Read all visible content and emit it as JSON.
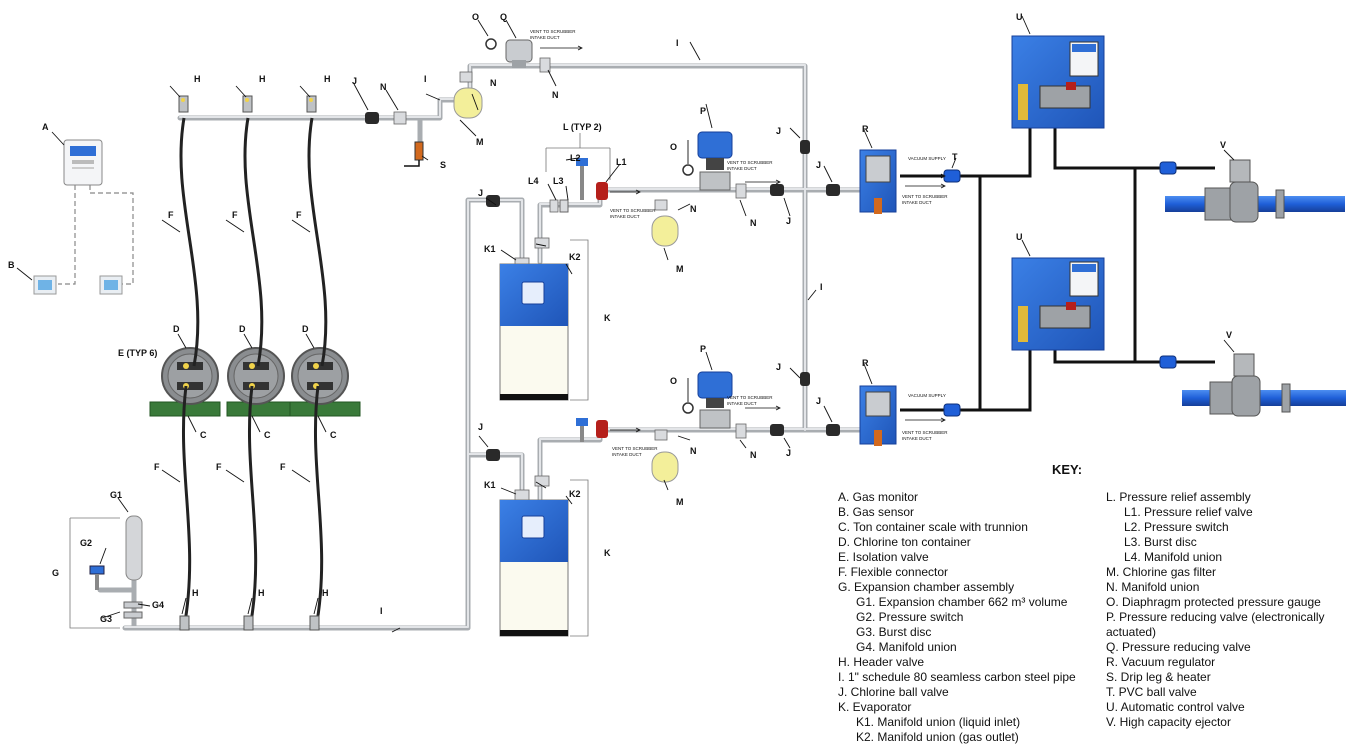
{
  "labels": {
    "a": "A",
    "b": "B",
    "c": "C",
    "d": "D",
    "e_typ6": "E (TYP 6)",
    "f": "F",
    "g": "G",
    "g1": "G1",
    "g2": "G2",
    "g3": "G3",
    "g4": "G4",
    "h": "H",
    "i": "I",
    "j": "J",
    "k": "K",
    "k1": "K1",
    "k2": "K2",
    "l_typ2": "L (TYP 2)",
    "l1": "L1",
    "l2": "L2",
    "l3": "L3",
    "l4": "L4",
    "m": "M",
    "n": "N",
    "o": "O",
    "p": "P",
    "q": "Q",
    "r": "R",
    "s": "S",
    "t": "T",
    "u": "U",
    "v": "V"
  },
  "notes": {
    "vent_line1": "VENT TO SCRUBBER",
    "vent_line2": "INTAKE DUCT",
    "vacuum_supply": "VACUUM SUPPLY"
  },
  "key": {
    "title": "KEY:",
    "left": [
      {
        "text": "A. Gas monitor",
        "sub": false
      },
      {
        "text": "B. Gas sensor",
        "sub": false
      },
      {
        "text": "C. Ton container scale with trunnion",
        "sub": false
      },
      {
        "text": "D. Chlorine ton container",
        "sub": false
      },
      {
        "text": "E. Isolation valve",
        "sub": false
      },
      {
        "text": "F. Flexible connector",
        "sub": false
      },
      {
        "text": "G. Expansion chamber assembly",
        "sub": false
      },
      {
        "text": "G1. Expansion chamber 662 m³ volume",
        "sub": true
      },
      {
        "text": "G2. Pressure switch",
        "sub": true
      },
      {
        "text": "G3. Burst disc",
        "sub": true
      },
      {
        "text": "G4. Manifold union",
        "sub": true
      },
      {
        "text": "H. Header valve",
        "sub": false
      },
      {
        "text": "I.  1\" schedule 80 seamless carbon steel pipe",
        "sub": false
      },
      {
        "text": "J. Chlorine ball valve",
        "sub": false
      },
      {
        "text": "K. Evaporator",
        "sub": false
      },
      {
        "text": "K1. Manifold union (liquid inlet)",
        "sub": true
      },
      {
        "text": "K2. Manifold union (gas outlet)",
        "sub": true
      }
    ],
    "right": [
      {
        "text": "L. Pressure relief assembly",
        "sub": false
      },
      {
        "text": "L1. Pressure relief valve",
        "sub": true
      },
      {
        "text": "L2. Pressure switch",
        "sub": true
      },
      {
        "text": "L3. Burst disc",
        "sub": true
      },
      {
        "text": "L4. Manifold union",
        "sub": true
      },
      {
        "text": "M. Chlorine gas filter",
        "sub": false
      },
      {
        "text": "N. Manifold union",
        "sub": false
      },
      {
        "text": "O. Diaphragm protected pressure gauge",
        "sub": false
      },
      {
        "text": "P. Pressure reducing valve (electronically",
        "sub": false
      },
      {
        "text": "actuated)",
        "sub": false
      },
      {
        "text": "Q. Pressure reducing valve",
        "sub": false
      },
      {
        "text": "R. Vacuum regulator",
        "sub": false
      },
      {
        "text": "S. Drip leg & heater",
        "sub": false
      },
      {
        "text": "T. PVC ball valve",
        "sub": false
      },
      {
        "text": "U. Automatic control valve",
        "sub": false
      },
      {
        "text": "V. High capacity ejector",
        "sub": false
      }
    ]
  },
  "colors": {
    "pipe": "#c9ccd0",
    "cylinder": "#8a8d90",
    "scale": "#3a7a3a",
    "panel_blue": "#2f6fd6",
    "ejector_pipe": "#1f5fd8",
    "filter": "#f3ef9a",
    "relief_valve": "#b5201b"
  }
}
